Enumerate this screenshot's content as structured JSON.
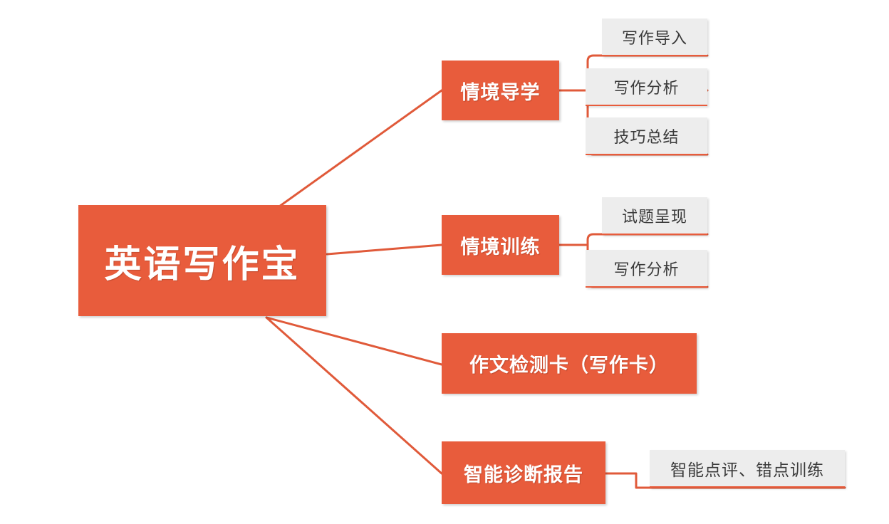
{
  "diagram": {
    "title": "英语写作宝",
    "accent_color": "#e85c3c",
    "secondary_fill": "#ededed",
    "background": "#ffffff",
    "root": {
      "label": "英语写作宝"
    },
    "branches": [
      {
        "label": "情境导学",
        "children": [
          {
            "label": "写作导入"
          },
          {
            "label": "写作分析"
          },
          {
            "label": "技巧总结"
          }
        ]
      },
      {
        "label": "情境训练",
        "children": [
          {
            "label": "试题呈现"
          },
          {
            "label": "写作分析"
          }
        ]
      },
      {
        "label": "作文检测卡（写作卡）",
        "children": []
      },
      {
        "label": "智能诊断报告",
        "children": [
          {
            "label": "智能点评、错点训练"
          }
        ]
      }
    ]
  }
}
